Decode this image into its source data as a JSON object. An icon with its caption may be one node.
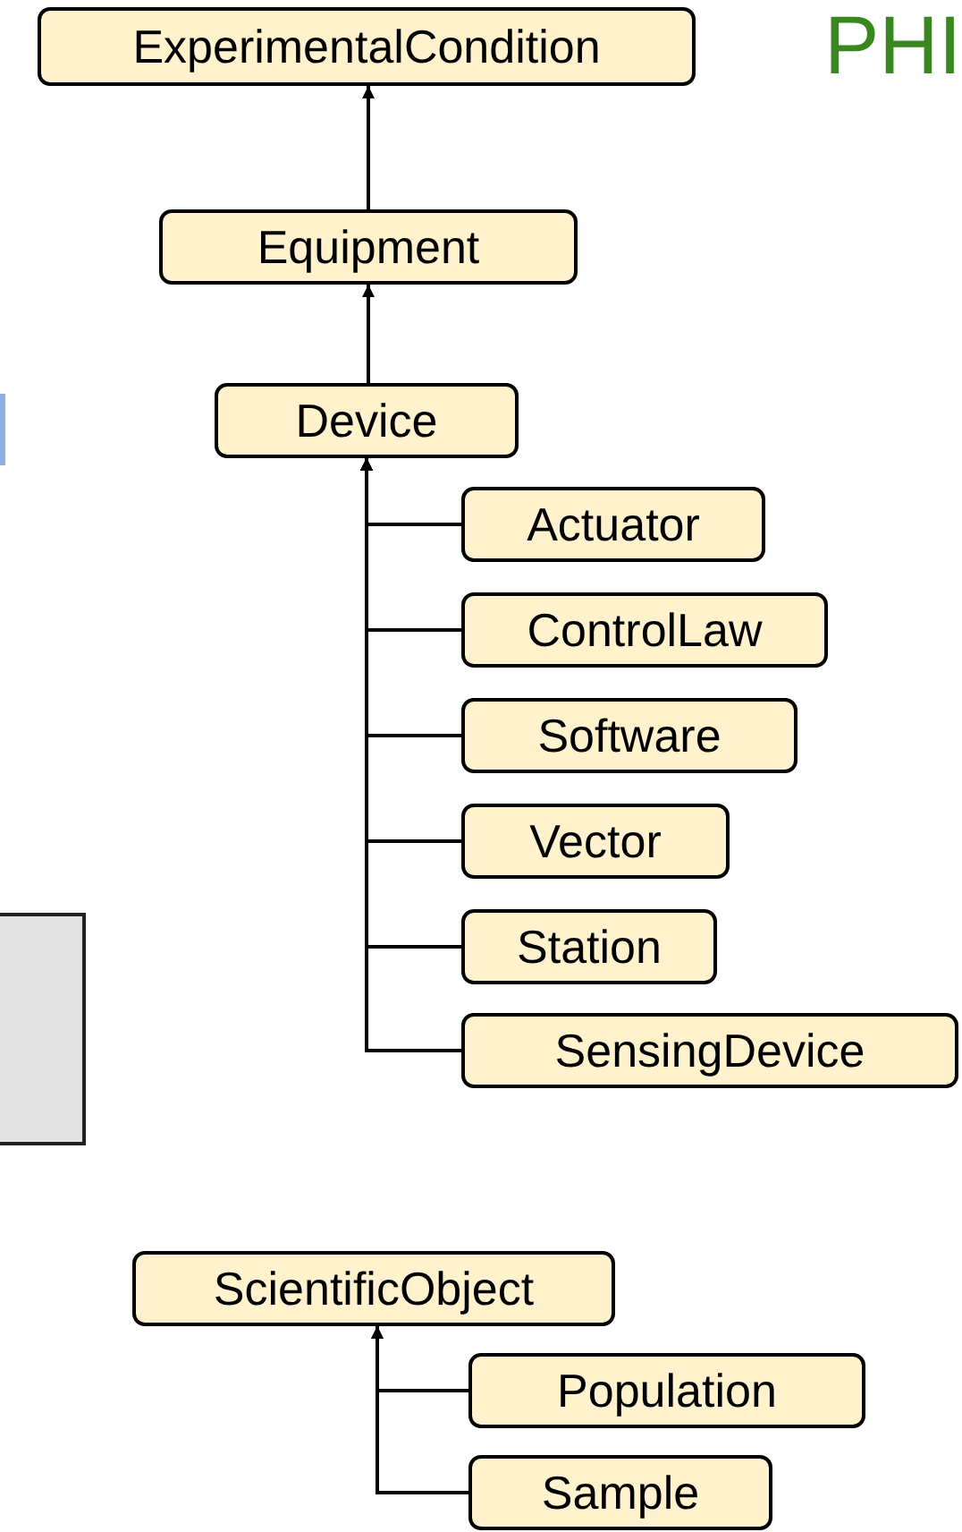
{
  "diagram": {
    "nodes": [
      {
        "text": [
          "ExperimentalCondition"
        ]
      },
      {
        "text": [
          "Equipment"
        ]
      },
      {
        "text": [
          "Device"
        ]
      },
      {
        "text": [
          "Actuator"
        ]
      },
      {
        "text": [
          "ControlLaw"
        ]
      },
      {
        "text": [
          "Software"
        ]
      },
      {
        "text": [
          "Vector"
        ]
      },
      {
        "text": [
          "Station"
        ]
      },
      {
        "text": [
          "SensingDevice"
        ]
      },
      {
        "text": [
          "ScientificObject"
        ]
      },
      {
        "text": [
          "Population"
        ]
      },
      {
        "text": [
          "Sample"
        ]
      }
    ],
    "edges": [
      {
        "from": 1,
        "to": 0,
        "arrow": "to"
      },
      {
        "from": 2,
        "to": 1,
        "arrow": "to"
      },
      {
        "from": 3,
        "to": 2,
        "arrow": "to"
      },
      {
        "from": 4,
        "to": 2,
        "arrow": "to"
      },
      {
        "from": 5,
        "to": 2,
        "arrow": "to"
      },
      {
        "from": 6,
        "to": 2,
        "arrow": "to"
      },
      {
        "from": 7,
        "to": 2,
        "arrow": "to"
      },
      {
        "from": 8,
        "to": 2,
        "arrow": "to"
      },
      {
        "from": 10,
        "to": 9,
        "arrow": "to"
      },
      {
        "from": 11,
        "to": 9,
        "arrow": "to"
      }
    ],
    "labels": [
      "PHI"
    ]
  }
}
